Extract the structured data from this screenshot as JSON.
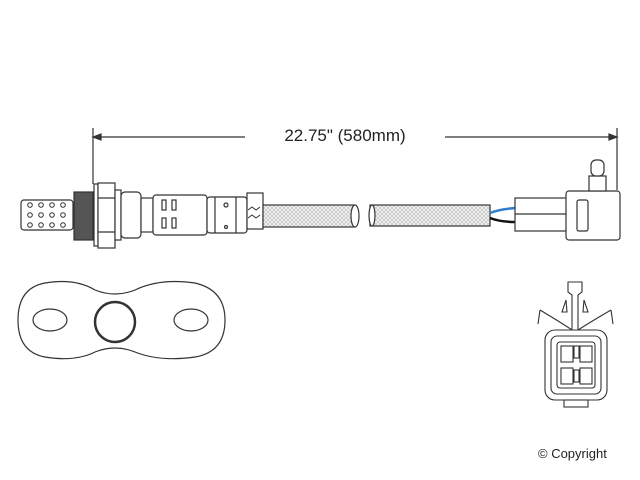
{
  "dimension": {
    "label": "22.75\" (580mm)"
  },
  "footer": {
    "copyright": "© Copyright"
  },
  "colors": {
    "line": "#333333",
    "wire_blue": "#2f7fd0",
    "wire_black": "#111111",
    "thread": "#555555"
  },
  "parts": [
    "oxygen-sensor",
    "mounting-gasket",
    "connector-front-view"
  ]
}
